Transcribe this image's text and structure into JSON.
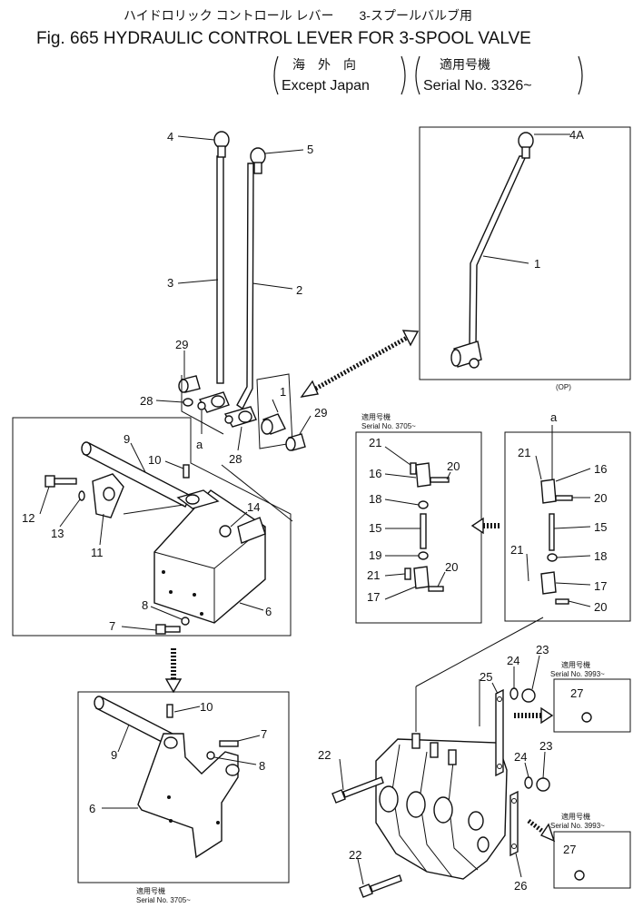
{
  "title": {
    "jp_line": "ハイドロリック コントロール レバー　　3-スプールバルブ用",
    "en_line": "Fig. 665 HYDRAULIC CONTROL LEVER FOR 3-SPOOL VALVE",
    "scope_jp": "海　外　向",
    "scope_en": "Except Japan",
    "serial_jp": "適用号機",
    "serial_en": "Serial No. 3326~"
  },
  "insets": {
    "op_label": "(OP)",
    "box1_jp": "適用号機",
    "box1_serial": "Serial No. 3705~",
    "bottom_jp": "適用号機",
    "bottom_serial": "Serial No. 3705~",
    "box27a_jp": "適用号機",
    "box27a_serial": "Serial No. 3993~",
    "box27b_jp": "適用号機",
    "box27b_serial": "Serial No. 3993~",
    "ref_a1": "a",
    "ref_a2": "a"
  },
  "callouts": {
    "c4": "4",
    "c5": "5",
    "c4a": "4A",
    "c1": "1",
    "c3": "3",
    "c2": "2",
    "c29a": "29",
    "c28a": "28",
    "c1b": "1",
    "c29b": "29",
    "c28b": "28",
    "c9": "9",
    "c10": "10",
    "c12": "12",
    "c13": "13",
    "c14": "14",
    "c11": "11",
    "c8": "8",
    "c6": "6",
    "c7": "7",
    "b21": "21",
    "b16": "16",
    "b20": "20",
    "b18": "18",
    "b15": "15",
    "b19": "19",
    "b21b": "21",
    "b20b": "20",
    "b17": "17",
    "r21": "21",
    "r16": "16",
    "r20": "20",
    "r15": "15",
    "r18": "18",
    "r21b": "21",
    "r17": "17",
    "r20b": "20",
    "d10": "10",
    "d7": "7",
    "d9": "9",
    "d8": "8",
    "d6": "6",
    "v22a": "22",
    "v25": "25",
    "v24a": "24",
    "v23a": "23",
    "v27a": "27",
    "v24b": "24",
    "v23b": "23",
    "v22b": "22",
    "v26": "26",
    "v27b": "27"
  }
}
